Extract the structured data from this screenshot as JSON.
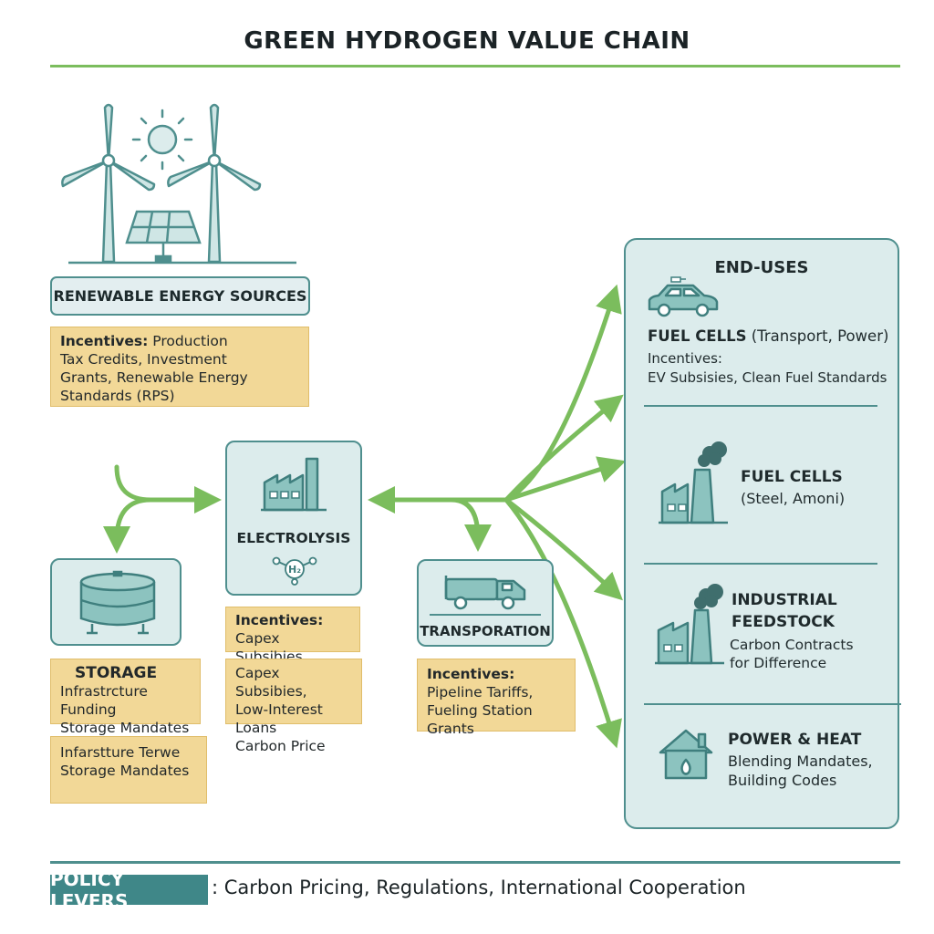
{
  "title": "GREEN HYDROGEN VALUE CHAIN",
  "renewables": {
    "label": "RENEWABLE ENERGY SOURCES",
    "incentives_key": "Incentives:",
    "incentives_lines": [
      "Production",
      "Tax Credits, Investment",
      "Grants, Renewable Energy",
      "Standards (RPS)"
    ]
  },
  "electrolysis": {
    "label": "ELECTROLYSIS",
    "h2_symbol": "H₂",
    "incentives_key": "Incentives:",
    "incentives_value": "Capex Subsibies",
    "extra_lines": [
      "Capex Subsibies,",
      "Low-Interest Loans",
      "Carbon Price"
    ]
  },
  "storage": {
    "label": "STORAGE",
    "lines": [
      "Infrastrcture Funding",
      "Storage Mandates"
    ],
    "extra_lines": [
      "Infarstture Terwe",
      "Storage Mandates"
    ]
  },
  "transport": {
    "label": "TRANSPORATION",
    "incentives_key": "Incentives:",
    "incentives_lines": [
      "Pipeline Tariffs,",
      "Fueling Station Grants"
    ]
  },
  "end_uses": {
    "header": "END-USES",
    "items": [
      {
        "title_bold": "FUEL CELLS",
        "title_rest": " (Transport, Power)",
        "lines": [
          "Incentives:",
          "EV Subsisies, Clean Fuel Standards"
        ],
        "icon": "car-icon"
      },
      {
        "title_bold": "FUEL CELLS",
        "lines": [
          "(Steel, Amoni)"
        ],
        "icon": "factory-icon"
      },
      {
        "title_bold_lines": [
          "INDUSTRIAL",
          "FEEDSTOCK"
        ],
        "lines": [
          "Carbon Contracts",
          "for Difference"
        ],
        "icon": "factory-icon"
      },
      {
        "title_bold": "POWER & HEAT",
        "lines": [
          "Blending Mandates,",
          "Building Codes"
        ],
        "icon": "house-flame-icon"
      }
    ]
  },
  "policy": {
    "badge": "POLICY LEVERS",
    "text": ": Carbon Pricing, Regulations, International Cooperation"
  },
  "colors": {
    "teal": "#4f8f8e",
    "panel": "#dcecec",
    "incentive": "#f2d897",
    "arrow": "#7bbd5d",
    "badge": "#3f8788"
  }
}
